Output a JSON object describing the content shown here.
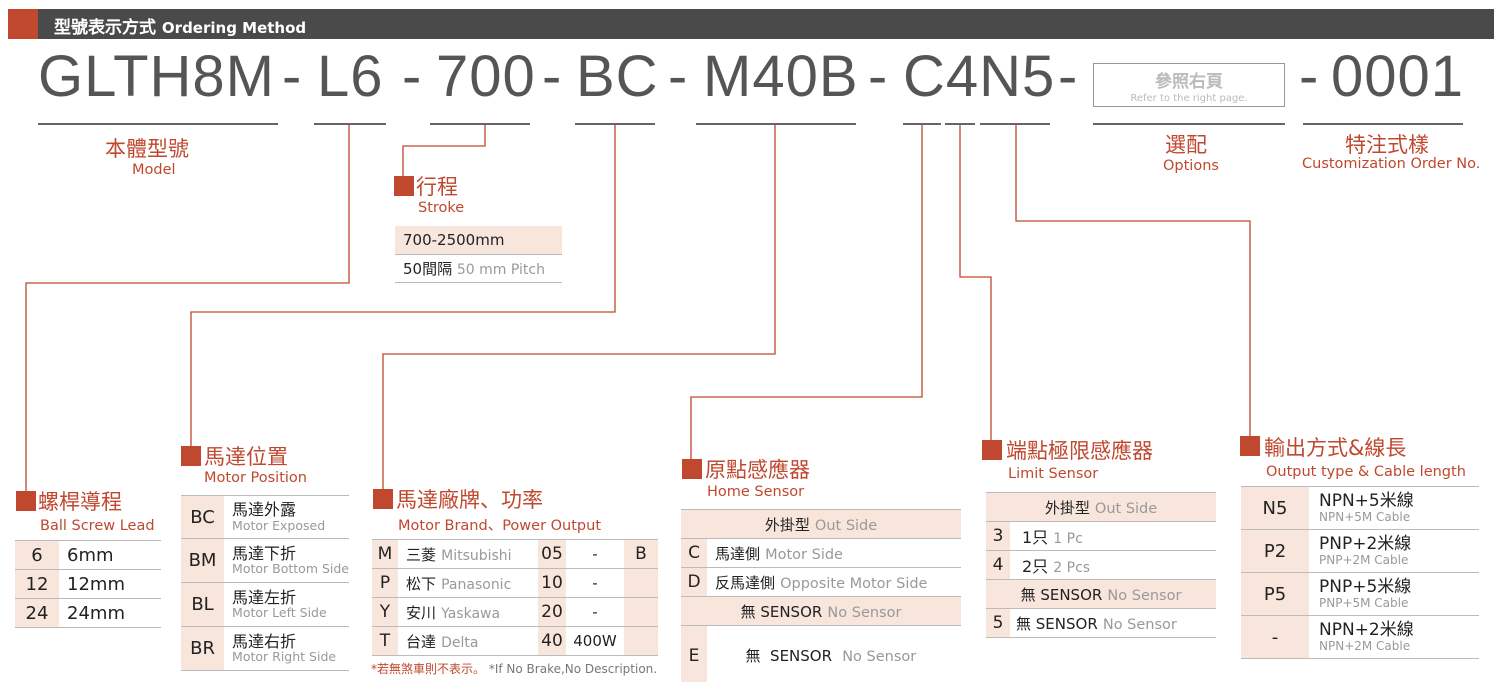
{
  "header": {
    "title_zh": "型號表示方式",
    "title_en": "Ordering Method"
  },
  "code": {
    "model": "GLTH8M",
    "lead": "L6",
    "stroke": "700",
    "motor_position": "BC",
    "motor_brand": "M40B",
    "sensor": "C4N5",
    "custom": "0001",
    "dash": "-",
    "options_box_zh": "參照右頁",
    "options_box_en": "Refer to the right page."
  },
  "labels": {
    "model": {
      "zh": "本體型號",
      "en": "Model"
    },
    "stroke": {
      "zh": "行程",
      "en": "Stroke"
    },
    "lead": {
      "zh": "螺桿導程",
      "en": "Ball Screw Lead"
    },
    "motor_position": {
      "zh": "馬達位置",
      "en": "Motor Position"
    },
    "motor_brand": {
      "zh": "馬達廠牌、功率",
      "en": "Motor Brand、Power Output"
    },
    "home_sensor": {
      "zh": "原點感應器",
      "en": "Home Sensor"
    },
    "limit_sensor": {
      "zh": "端點極限感應器",
      "en": "Limit Sensor"
    },
    "output": {
      "zh": "輸出方式&線長",
      "en": "Output type & Cable length"
    },
    "options": {
      "zh": "選配",
      "en": "Options"
    },
    "custom": {
      "zh": "特注式樣",
      "en": "Customization Order No."
    }
  },
  "stroke_table": {
    "range": "700-2500mm",
    "pitch_zh": "50間隔",
    "pitch_en": "50 mm Pitch"
  },
  "lead_table": [
    {
      "code": "6",
      "value": "6mm"
    },
    {
      "code": "12",
      "value": "12mm"
    },
    {
      "code": "24",
      "value": "24mm"
    }
  ],
  "motor_position_table": [
    {
      "code": "BC",
      "zh": "馬達外露",
      "en": "Motor Exposed"
    },
    {
      "code": "BM",
      "zh": "馬達下折",
      "en": "Motor Bottom Side"
    },
    {
      "code": "BL",
      "zh": "馬達左折",
      "en": "Motor Left Side"
    },
    {
      "code": "BR",
      "zh": "馬達右折",
      "en": "Motor Right Side"
    }
  ],
  "motor_brand_table": [
    {
      "code": "M",
      "zh": "三菱",
      "en": "Mitsubishi",
      "power": "05",
      "watt": "-",
      "brake": "B"
    },
    {
      "code": "P",
      "zh": "松下",
      "en": "Panasonic",
      "power": "10",
      "watt": "-",
      "brake": ""
    },
    {
      "code": "Y",
      "zh": "安川",
      "en": "Yaskawa",
      "power": "20",
      "watt": "-",
      "brake": ""
    },
    {
      "code": "T",
      "zh": "台達",
      "en": "Delta",
      "power": "40",
      "watt": "400W",
      "brake": ""
    }
  ],
  "brake_note": {
    "zh": "*若無煞車則不表示。",
    "en": "*If No Brake,No Description."
  },
  "home_sensor_table": {
    "header_zh": "外掛型",
    "header_en": "Out Side",
    "rows": [
      {
        "code": "C",
        "zh": "馬達側",
        "en": "Motor Side"
      },
      {
        "code": "D",
        "zh": "反馬達側",
        "en": "Opposite Motor Side"
      }
    ],
    "none_zh": "無 SENSOR",
    "none_en": "No Sensor",
    "e_row": {
      "code": "E",
      "zh": "無  SENSOR",
      "en": "No Sensor"
    }
  },
  "limit_sensor_table": {
    "header_zh": "外掛型",
    "header_en": "Out Side",
    "rows": [
      {
        "code": "3",
        "zh": "1只",
        "en": "1 Pc"
      },
      {
        "code": "4",
        "zh": "2只",
        "en": "2 Pcs"
      }
    ],
    "none_zh": "無 SENSOR",
    "none_en": "No Sensor",
    "five_row": {
      "code": "5",
      "zh": "無 SENSOR",
      "en": "No Sensor"
    }
  },
  "output_table": [
    {
      "code": "N5",
      "main": "NPN+5米線",
      "sub": "NPN+5M Cable"
    },
    {
      "code": "P2",
      "main": "PNP+2米線",
      "sub": "PNP+2M Cable"
    },
    {
      "code": "P5",
      "main": "PNP+5米線",
      "sub": "PNP+5M Cable"
    },
    {
      "code": "-",
      "main": "NPN+2米線",
      "sub": "NPN+2M Cable"
    }
  ],
  "colors": {
    "accent": "#c0482f",
    "header_bg": "#4a4a4a",
    "band": "#f8e5dc",
    "text_gray": "#999999"
  }
}
